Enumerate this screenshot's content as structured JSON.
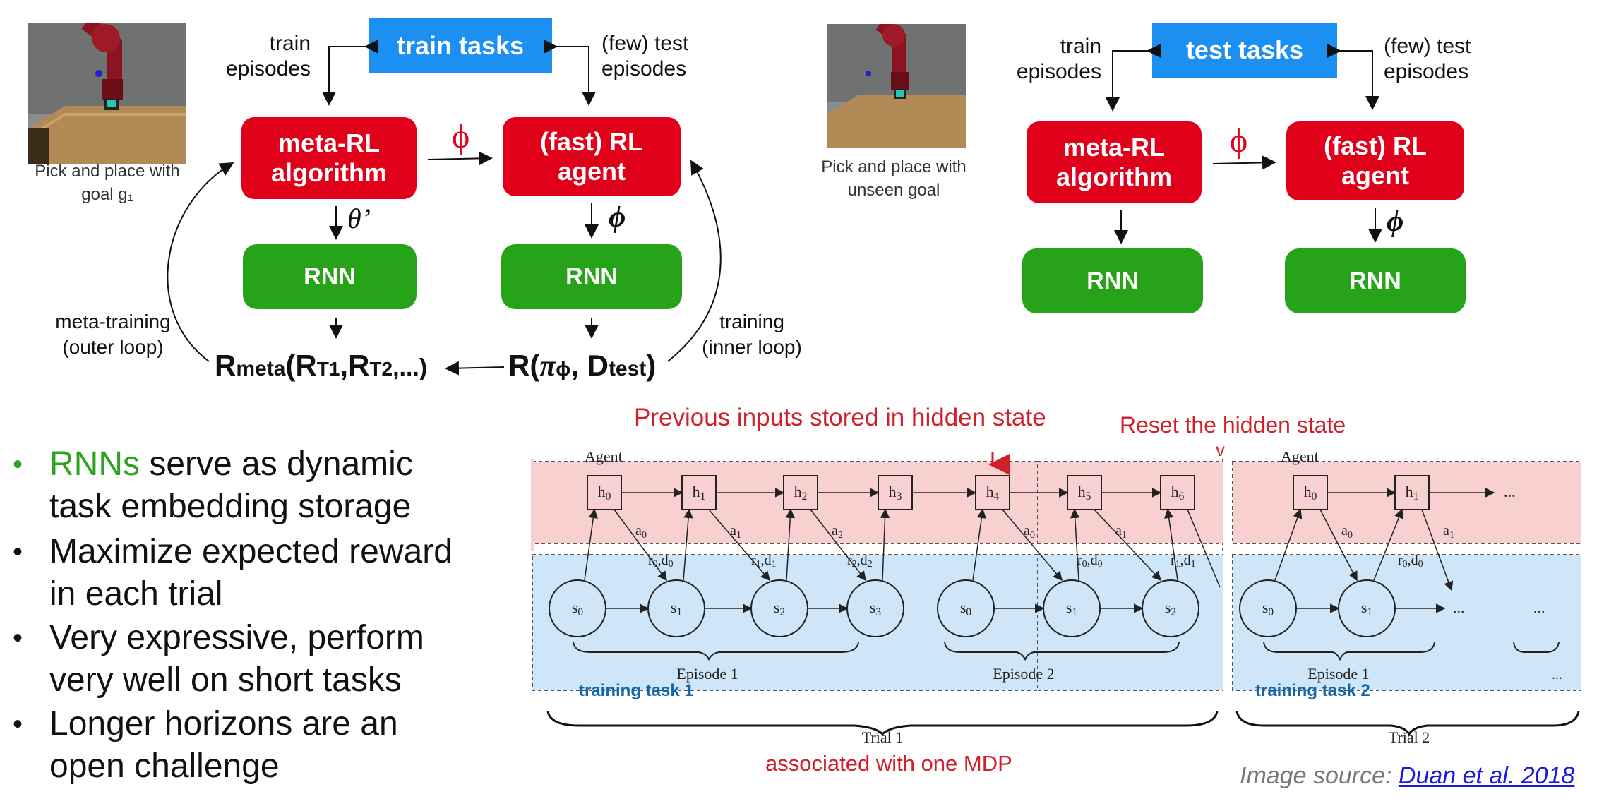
{
  "left": {
    "tasks_box": "train tasks",
    "train_episodes": [
      "train",
      "episodes"
    ],
    "test_episodes": [
      "(few) test",
      "episodes"
    ],
    "meta_rl": [
      "meta-RL",
      "algorithm"
    ],
    "fast_rl": [
      "(fast) RL",
      "agent"
    ],
    "phi_red": "ϕ",
    "theta": "θ’",
    "phi": "ϕ",
    "rnn1": "RNN",
    "rnn2": "RNN",
    "outer_label": [
      "meta-training",
      "(outer loop)"
    ],
    "inner_label": [
      "training",
      "(inner loop)"
    ],
    "photo_caption": [
      "Pick and place with",
      "goal g₁"
    ],
    "r_meta": {
      "R": "R",
      "meta": "meta",
      "open": "(R",
      "t1": "T1",
      "comma": ",R",
      "t2": "T2",
      "rest": ",...)"
    },
    "r_pi": {
      "R": "R(",
      "pi": "π",
      "phi": "ϕ",
      "mid": ", D",
      "test": "test",
      "close": ")"
    }
  },
  "right": {
    "tasks_box": "test tasks",
    "train_episodes": [
      "train",
      "episodes"
    ],
    "test_episodes": [
      "(few) test",
      "episodes"
    ],
    "meta_rl": [
      "meta-RL",
      "algorithm"
    ],
    "fast_rl": [
      "(fast) RL",
      "agent"
    ],
    "phi_red": "ϕ",
    "phi": "ϕ",
    "rnn1": "RNN",
    "rnn2": "RNN",
    "photo_caption": [
      "Pick and place with",
      "unseen goal"
    ]
  },
  "bullets": [
    {
      "highlight": "RNNs",
      "text": " serve as dynamic",
      "line2": "task embedding storage"
    },
    {
      "text": "Maximize expected reward",
      "line2": "in each trial"
    },
    {
      "text": "Very expressive, perform",
      "line2": "very well on short tasks"
    },
    {
      "text": "Longer horizons are an",
      "line2": "open challenge"
    }
  ],
  "bullet_char": "•",
  "figure": {
    "annot_prev": "Previous inputs stored in hidden state",
    "annot_reset": "Reset the hidden state",
    "annot_reset_arrow": "v",
    "annot_mdp": "associated with one MDP",
    "agent_label": "Agent",
    "agent_label2": "Agent",
    "training_task1": "training task 1",
    "training_task2": "training task 2",
    "episode1": "Episode 1",
    "episode2": "Episode 2",
    "episode1b": "Episode 1",
    "trial1": "Trial 1",
    "trial2": "Trial 2",
    "ellipsis": "...",
    "h_main": [
      "h0",
      "h1",
      "h2",
      "h3",
      "h4",
      "h5",
      "h6"
    ],
    "h_second": [
      "h0",
      "h1"
    ],
    "s_main": [
      "s0",
      "s1",
      "s2",
      "s3",
      "s0",
      "s1",
      "s2"
    ],
    "s_second": [
      "s0",
      "s1"
    ],
    "actions": [
      "a0",
      "a1",
      "a2",
      "a0",
      "a1",
      "a0",
      "a1"
    ],
    "rewards": [
      "r0,d0",
      "r1,d1",
      "r2,d2",
      "r0,d0",
      "r1,d1",
      "r0,d0"
    ]
  },
  "source": {
    "prefix": "Image source: ",
    "link": "Duan et al. 2018"
  },
  "colors": {
    "red": "#e0001a",
    "green": "#27a319",
    "blue": "#1c8ff2",
    "agent_bg": "#f9d0d0",
    "env_bg": "#cfe6f8",
    "task_label": "#1565a8",
    "bullet_green": "#2da41d"
  }
}
